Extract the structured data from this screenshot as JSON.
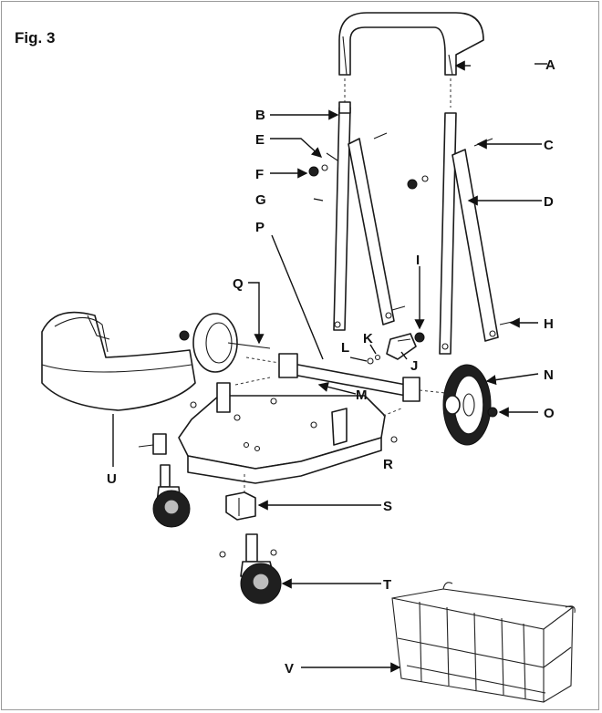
{
  "figure": {
    "title": "Fig. 3",
    "labels": {
      "A": "A",
      "B": "B",
      "C": "C",
      "D": "D",
      "E": "E",
      "F": "F",
      "G": "G",
      "H": "H",
      "I": "I",
      "J": "J",
      "K": "K",
      "L": "L",
      "M": "M",
      "N": "N",
      "O": "O",
      "P": "P",
      "Q": "Q",
      "R": "R",
      "S": "S",
      "T": "T",
      "U": "U",
      "V": "V"
    }
  },
  "colors": {
    "line": "#1a1a1a",
    "frame": "#9a9a9a",
    "tire": "#1f1f1f",
    "background": "#ffffff"
  }
}
